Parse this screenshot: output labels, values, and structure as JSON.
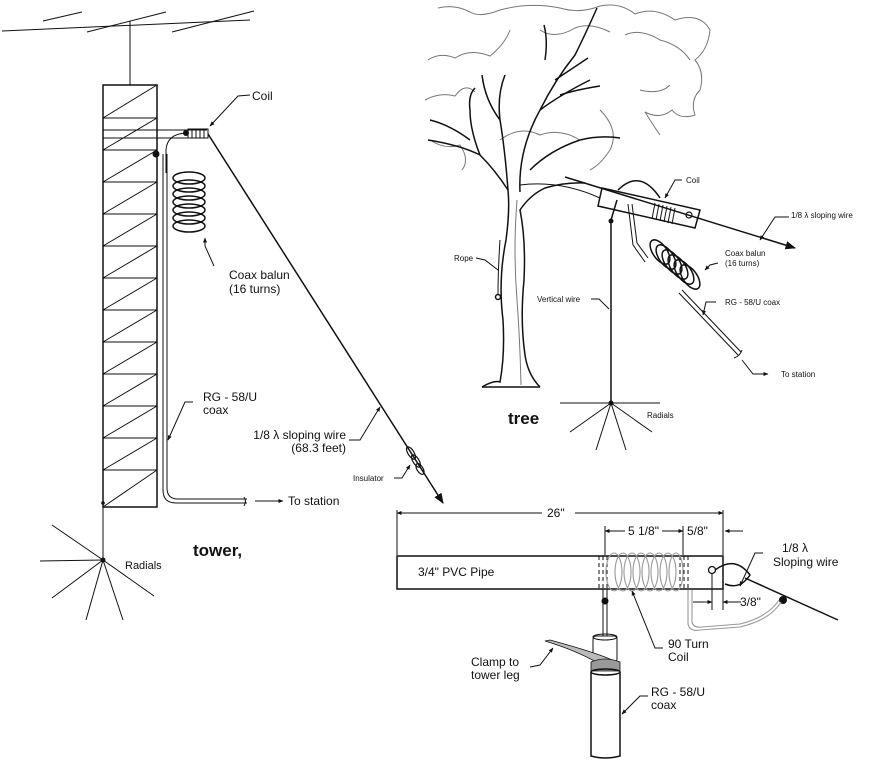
{
  "tower_panel": {
    "title": "tower,",
    "labels": {
      "coil": "Coil",
      "balun_line1": "Coax balun",
      "balun_line2": "(16 turns)",
      "coax_line1": "RG - 58/U",
      "coax_line2": "coax",
      "sloping_line1": "1/8 λ sloping wire",
      "sloping_line2": "(68.3 feet)",
      "insulator": "Insulator",
      "to_station": "To station",
      "radials": "Radials"
    }
  },
  "tree_panel": {
    "title": "tree",
    "labels": {
      "coil": "Coil",
      "sloping": "1/8 λ sloping wire",
      "balun_line1": "Coax balun",
      "balun_line2": "(16 turns)",
      "rope": "Rope",
      "vertical_wire": "Vertical wire",
      "coax": "RG - 58/U coax",
      "to_station": "To station",
      "radials": "Radials"
    }
  },
  "coil_detail": {
    "dimensions": {
      "overall": "26\"",
      "coil_length": "5 1/8\"",
      "end_gap": "5/8\"",
      "tap_offset": "3/8\""
    },
    "labels": {
      "pipe": "3/4\" PVC Pipe",
      "sloping_line1": "1/8 λ",
      "sloping_line2": "Sloping wire",
      "coil_line1": "90 Turn",
      "coil_line2": "Coil",
      "clamp_line1": "Clamp to",
      "clamp_line2": "tower leg",
      "coax_line1": "RG - 58/U",
      "coax_line2": "coax"
    }
  }
}
